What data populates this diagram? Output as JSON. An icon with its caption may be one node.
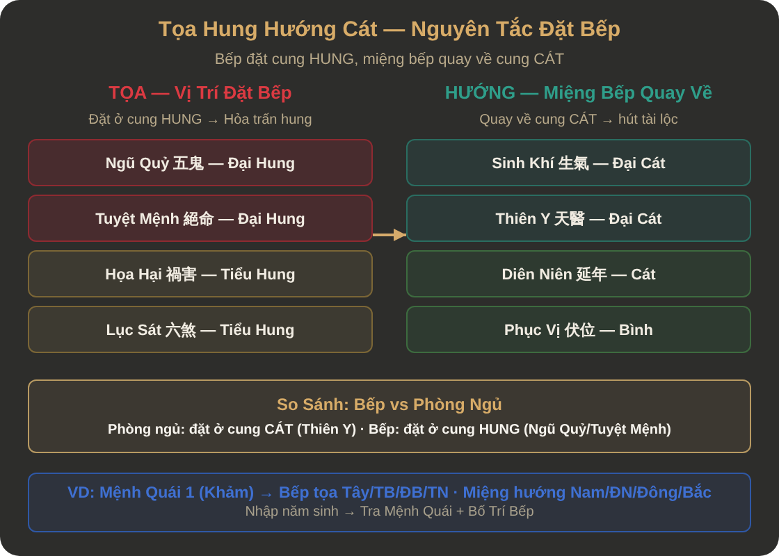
{
  "diagram": {
    "title": "Tọa Hung Hướng Cát — Nguyên Tắc Đặt Bếp",
    "nodes": [
      {
        "text": [
          "Ngũ Quỷ 五鬼 — Đại Hung"
        ]
      },
      {
        "text": [
          "Tuyệt Mệnh 絕命 — Đại Hung"
        ]
      },
      {
        "text": [
          "Họa Hại 禍害 — Tiểu Hung"
        ]
      },
      {
        "text": [
          "Lục Sát 六煞 — Tiểu Hung"
        ]
      },
      {
        "text": [
          "Sinh Khí 生氣 — Đại Cát"
        ]
      },
      {
        "text": [
          "Thiên Y 天醫 — Đại Cát"
        ]
      },
      {
        "text": [
          "Diên Niên 延年 — Cát"
        ]
      },
      {
        "text": [
          "Phục Vị 伏位 — Bình"
        ]
      },
      {
        "text": [
          "So Sánh: Bếp vs Phòng Ngủ",
          "Phòng ngủ: đặt ở cung CÁT (Thiên Y) · Bếp: đặt ở cung HUNG (Ngũ Quỷ/Tuyệt Mệnh)"
        ]
      },
      {
        "text": [
          "VD: Mệnh Quái 1 (Khảm) → Bếp tọa Tây/TB/ĐB/TN · Miệng hướng Nam/ĐN/Đông/Bắc",
          "Nhập năm sinh → Tra Mệnh Quái + Bố Trí Bếp"
        ]
      }
    ],
    "edges": [
      {
        "from": 1,
        "to": 5,
        "arrow": "to"
      }
    ],
    "labels": [
      "Bếp đặt cung HUNG, miệng bếp quay về cung CÁT",
      "TỌA — Vị Trí Đặt Bếp",
      "Đặt ở cung HUNG → Hỏa trấn hung",
      "HƯỚNG — Miệng Bếp Quay Về",
      "Quay về cung CÁT → hút tài lộc"
    ]
  }
}
